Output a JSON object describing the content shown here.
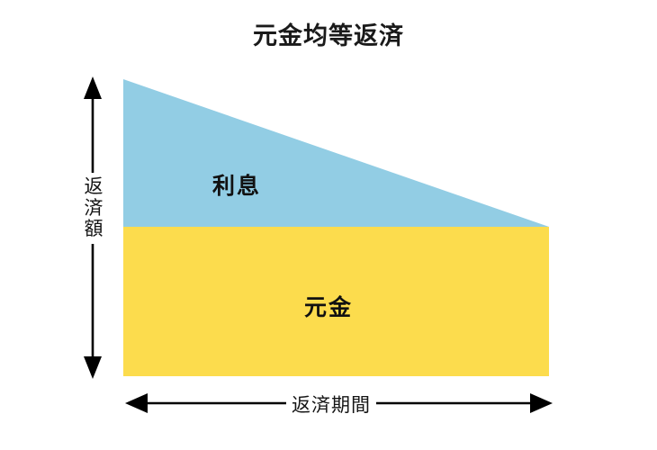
{
  "chart_data": {
    "type": "area",
    "title": "元金均等返済",
    "xlabel": "返済期間",
    "ylabel": "返済額",
    "grid": false,
    "legend_position": "inline-on-shape",
    "axis_style": "double-headed-arrows",
    "xlim": [
      0,
      100
    ],
    "ylim": [
      0,
      100
    ],
    "annotations": [
      {
        "text": "利息",
        "region": "upper-blue-wedge"
      },
      {
        "text": "元金",
        "region": "lower-yellow-rectangle"
      }
    ],
    "series": [
      {
        "name": "利息",
        "color": "#92CDE4",
        "shape": "descending-wedge",
        "x": [
          0,
          100
        ],
        "values": [
          100,
          50
        ],
        "baseline": 50
      },
      {
        "name": "元金",
        "color": "#FCDC4D",
        "shape": "constant-band",
        "x": [
          0,
          100
        ],
        "values": [
          50,
          50
        ],
        "baseline": 0
      }
    ],
    "geometry": {
      "plot_left": 137,
      "plot_right": 610,
      "plot_top": 88,
      "plot_bottom": 418,
      "interest_right_top": 252,
      "principal_top": 252
    }
  },
  "chart": {
    "title": "元金均等返済",
    "y_axis": {
      "label": "返済額",
      "label_chars": [
        "返",
        "済",
        "額"
      ],
      "arrow": "double-headed-vertical"
    },
    "x_axis": {
      "label": "返済期間",
      "arrow": "double-headed-horizontal"
    },
    "series_labels": {
      "interest": "利息",
      "principal": "元金"
    },
    "colors": {
      "interest": "#92CDE4",
      "principal": "#FCDC4D",
      "axis": "#000000",
      "text": "#141414",
      "title": "#1a1a1a",
      "background": "#FFFFFF"
    }
  }
}
